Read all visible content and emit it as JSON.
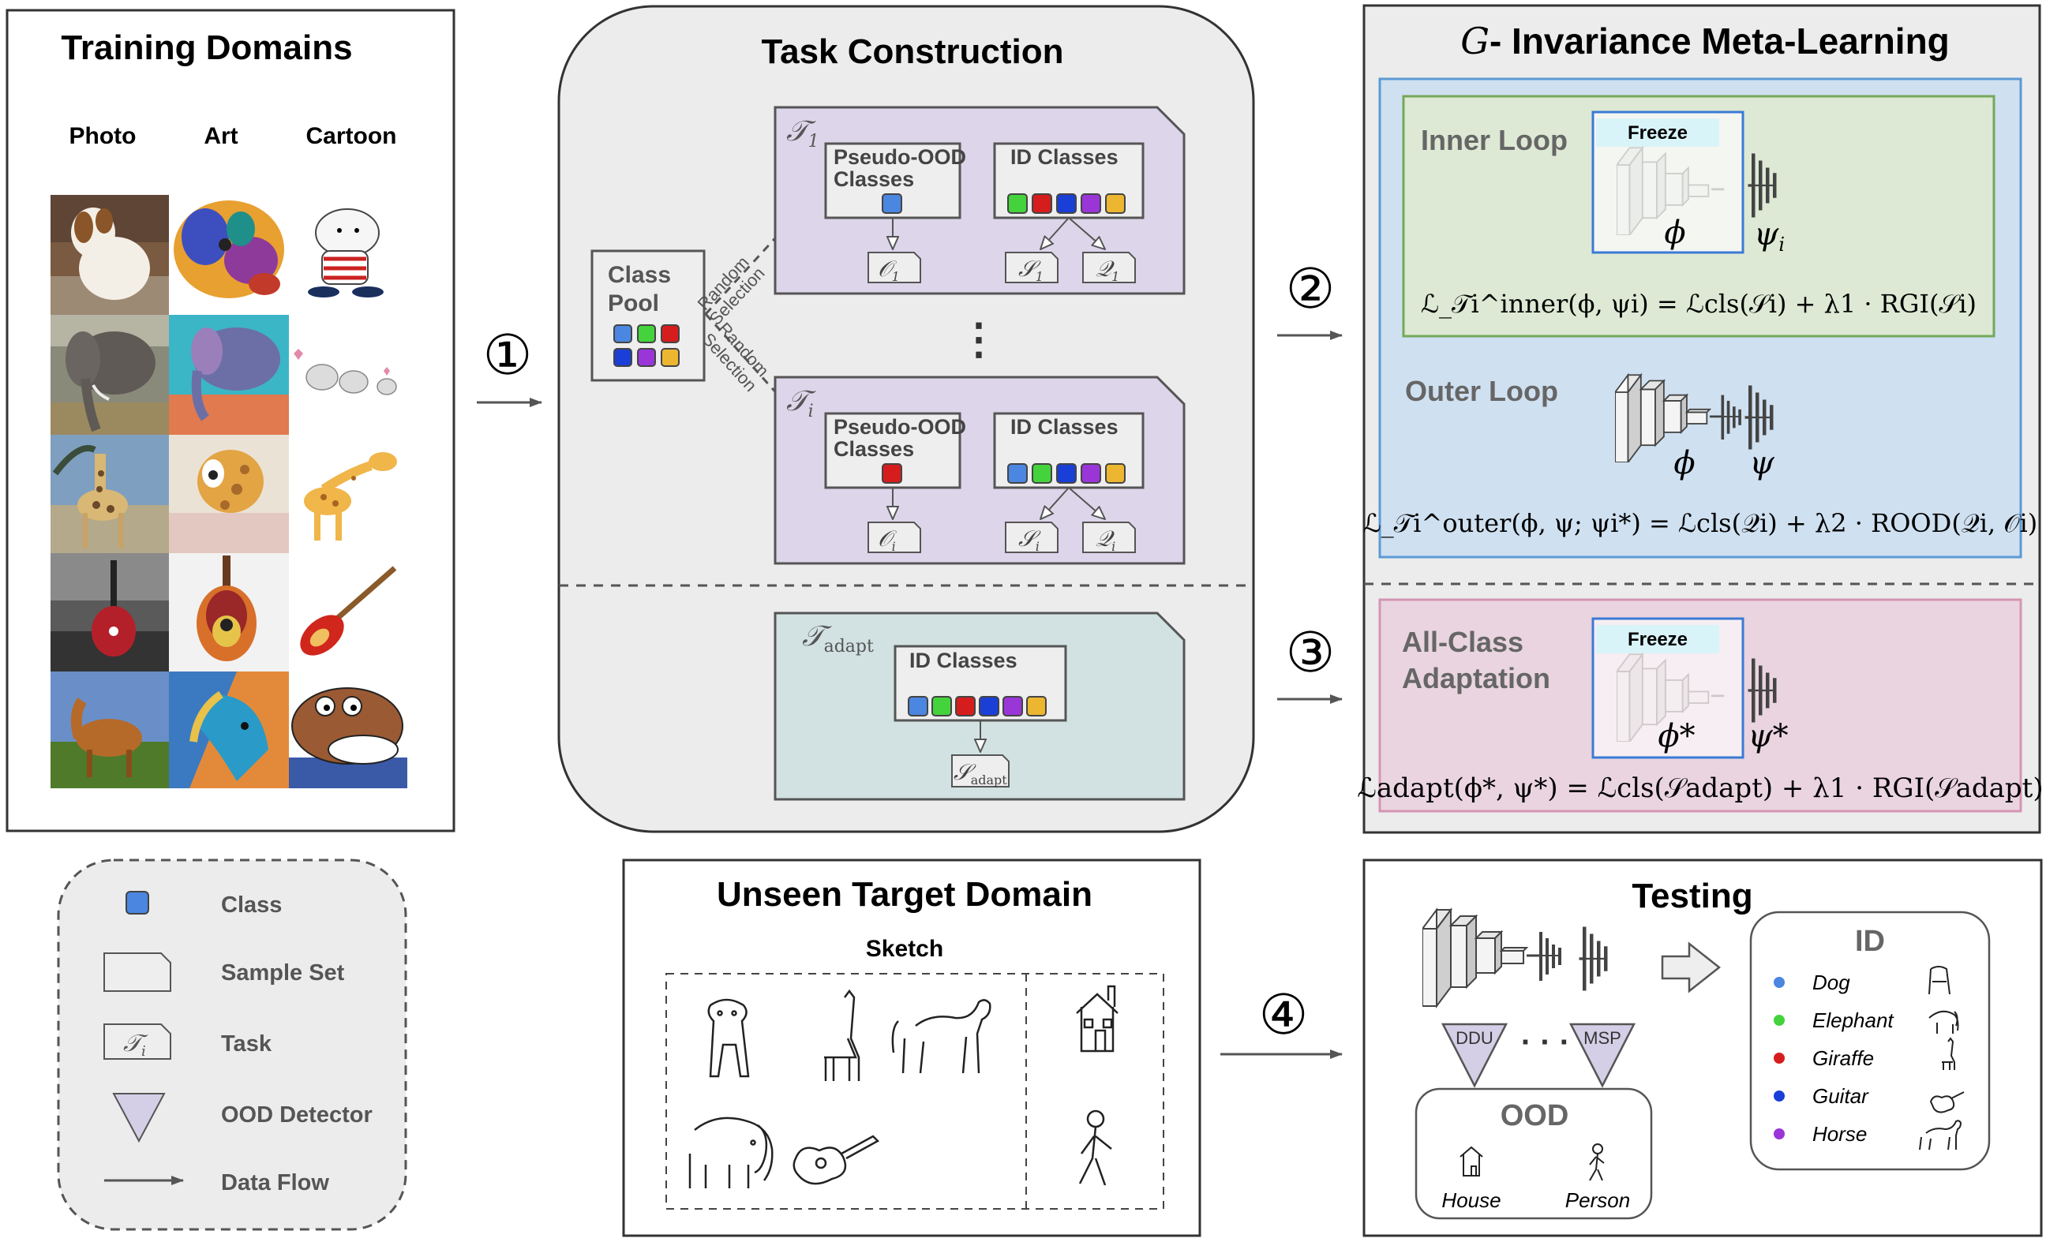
{
  "training": {
    "title": "Training Domains",
    "columns": [
      "Photo",
      "Art",
      "Cartoon"
    ],
    "rows": [
      "dog",
      "elephant",
      "giraffe",
      "guitar",
      "horse"
    ]
  },
  "task_construction": {
    "title": "Task Construction",
    "class_pool": [
      "Class",
      "Pool"
    ],
    "random_selection": [
      "Random",
      "Selection"
    ],
    "pseudo_ood": [
      "Pseudo-OOD",
      "Classes"
    ],
    "id_classes": "ID Classes",
    "task_1": "𝒯",
    "task_1_sub": "1",
    "task_i": "𝒯",
    "task_i_sub": "i",
    "task_adapt": "𝒯",
    "task_adapt_sub": "adapt",
    "dots": "⋮",
    "o1": "𝒪",
    "o1_sub": "1",
    "s1": "𝒮",
    "s1_sub": "1",
    "q1": "𝒬",
    "q1_sub": "1",
    "oi": "𝒪",
    "oi_sub": "i",
    "si": "𝒮",
    "si_sub": "i",
    "qi": "𝒬",
    "qi_sub": "i",
    "sadapt": "𝒮",
    "sadapt_sub": "adapt"
  },
  "steps": [
    "①",
    "②",
    "③",
    "④"
  ],
  "meta": {
    "title_g": "G",
    "title_rest": "- Invariance Meta-Learning",
    "inner_loop": "Inner Loop",
    "outer_loop": "Outer Loop",
    "freeze": "Freeze",
    "phi": "ϕ",
    "psi_i": "ψ",
    "psi_i_sub": "i",
    "psi": "ψ",
    "inner_eq": "ℒ_𝒯i^inner(ϕ, ψi) = ℒcls(𝒮i) + λ1 · RGI(𝒮i)",
    "outer_eq": "ℒ_𝒯i^outer(ϕ, ψ; ψi*) = ℒcls(𝒬i) + λ2 · ROOD(𝒬i, 𝒪i)"
  },
  "adapt": {
    "title": [
      "All-Class",
      "Adaptation"
    ],
    "freeze": "Freeze",
    "phi_star": "ϕ*",
    "psi_star": "ψ*",
    "eq": "ℒadapt(ϕ*, ψ*) = ℒcls(𝒮adapt) + λ1 · RGI(𝒮adapt)"
  },
  "legend": {
    "class": "Class",
    "sample_set": "Sample Set",
    "task": "Task",
    "task_icon": "𝒯",
    "task_icon_sub": "i",
    "ood_detector": "OOD Detector",
    "data_flow": "Data Flow"
  },
  "target": {
    "title": "Unseen Target Domain",
    "subtitle": "Sketch"
  },
  "testing": {
    "title": "Testing",
    "ddu": "DDU",
    "msp": "MSP",
    "dots": "· · ·",
    "ood_title": "OOD",
    "ood_items": [
      "House",
      "Person"
    ],
    "id_title": "ID",
    "id_items": [
      "Dog",
      "Elephant",
      "Giraffe",
      "Guitar",
      "Horse"
    ]
  },
  "colors": {
    "blue": "#4b86e0",
    "green": "#44d33c",
    "red": "#d61d1d",
    "navy": "#1a3fd6",
    "purple": "#9a35d8",
    "yellow": "#ecb630",
    "task_purple": "#ddd5ea",
    "adapt_teal": "#d2e2e2",
    "meta_blue": "#cfe0f0",
    "inner_green": "#dde9d4",
    "pink": "#e9d4df",
    "freeze_cyan": "#d9f4f9"
  }
}
